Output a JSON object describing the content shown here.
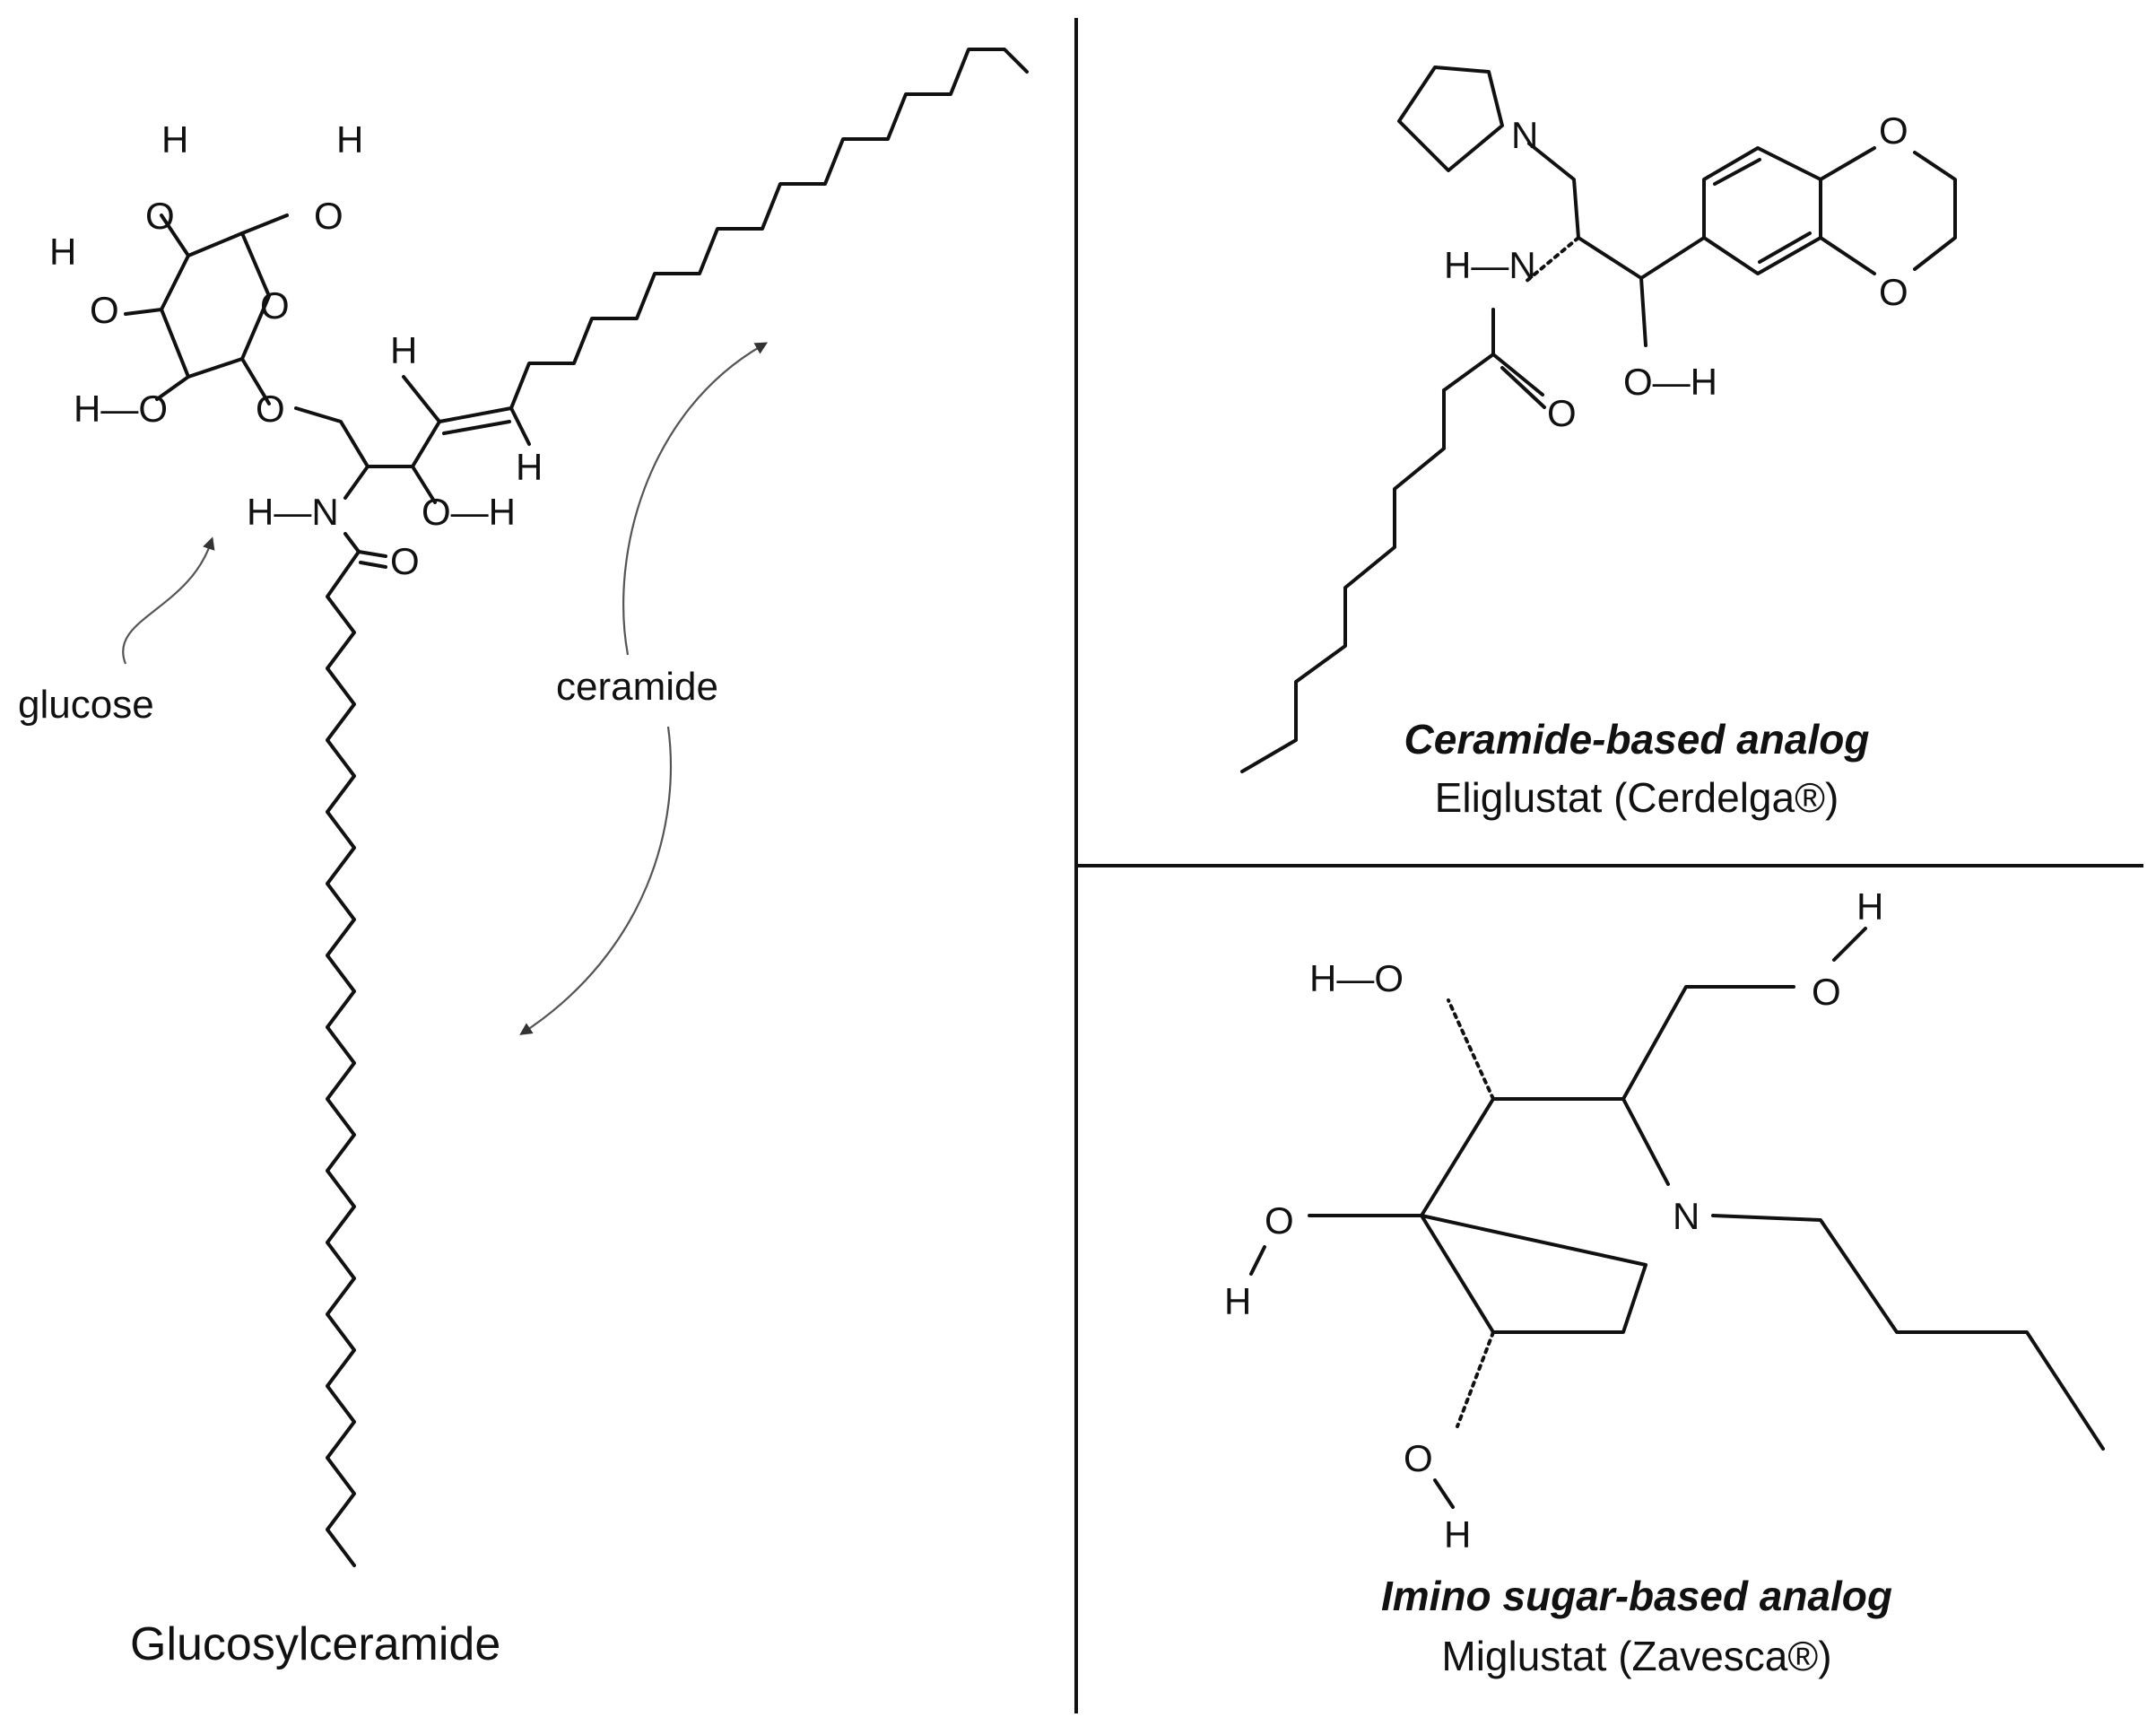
{
  "glucosylceramide": {
    "title": "Glucosylceramide",
    "glucose_label": "glucose",
    "ceramide_label": "ceramide"
  },
  "eliglustat": {
    "class": "Ceramide-based analog",
    "name": "Eliglustat (Cerdelga®)"
  },
  "miglustat": {
    "class": "Imino sugar-based analog",
    "name": "Miglustat (Zavesca®)"
  },
  "atoms": {
    "H": "H",
    "O": "O",
    "N": "N",
    "HO": "H—O",
    "OH": "O—H",
    "HN": "H—N"
  }
}
